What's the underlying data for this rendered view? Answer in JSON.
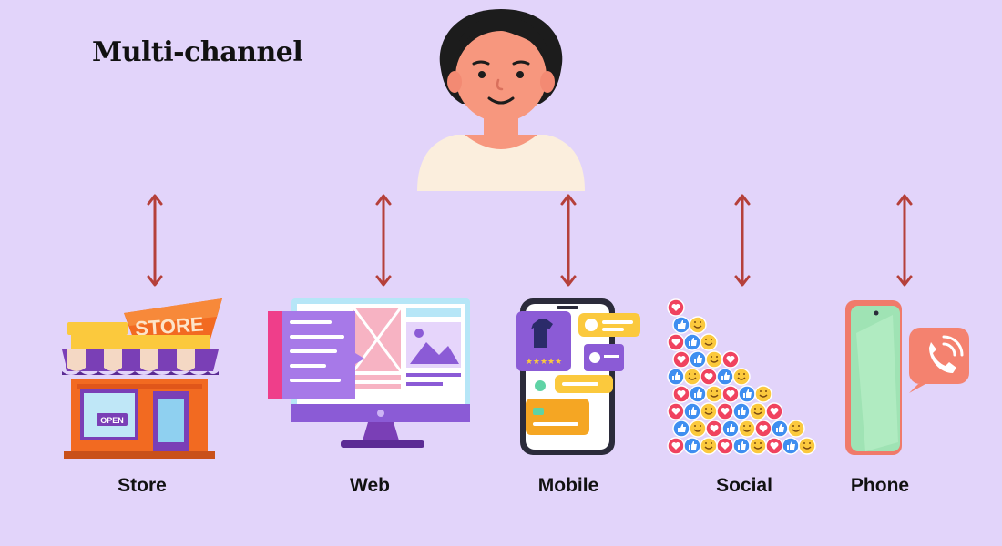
{
  "title": "Multi-channel",
  "channels": [
    {
      "label": "Store",
      "icon": "store-icon",
      "sign_text": "STORE",
      "door_sign": "OPEN"
    },
    {
      "label": "Web",
      "icon": "desktop-web-icon"
    },
    {
      "label": "Mobile",
      "icon": "smartphone-app-icon"
    },
    {
      "label": "Social",
      "icon": "social-reactions-icon"
    },
    {
      "label": "Phone",
      "icon": "phone-call-icon"
    }
  ],
  "colors": {
    "background": "#e2d4fa",
    "arrow": "#b5403a",
    "skin": "#f7977e",
    "hair": "#1c1c1c",
    "shirt": "#fbeedd"
  }
}
